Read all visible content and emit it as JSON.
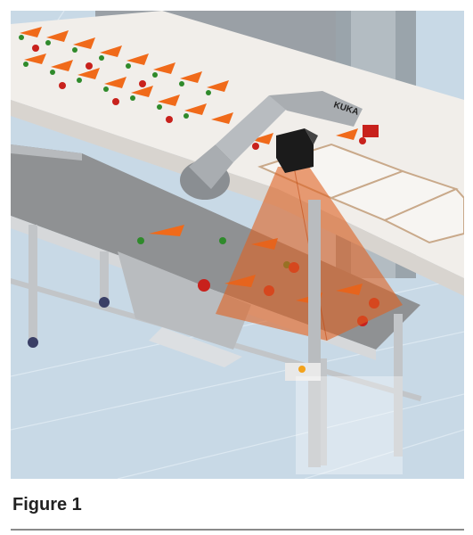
{
  "figure": {
    "caption": "Figure 1",
    "robot_brand": "KUKA",
    "colors": {
      "floor": "#c8d9e6",
      "conveyor_top": "#f1eeea",
      "belt": "#8f9193",
      "vision_cone": "#e0601f",
      "robot_arm": "#a9adb1",
      "carrot": "#f06a1a",
      "carrot_leaf": "#2f8a2b",
      "tomato": "#c8211c",
      "rule": "#8a8a8a"
    },
    "objects": {
      "upper_conveyor": "conveyor-with-carrots-and-tomatoes",
      "lower_conveyor": "inspection-belt",
      "robot": "industrial-robot-arm",
      "camera": "vision-camera",
      "vision_field": "camera-field-of-view",
      "trays": "product-trays"
    }
  }
}
